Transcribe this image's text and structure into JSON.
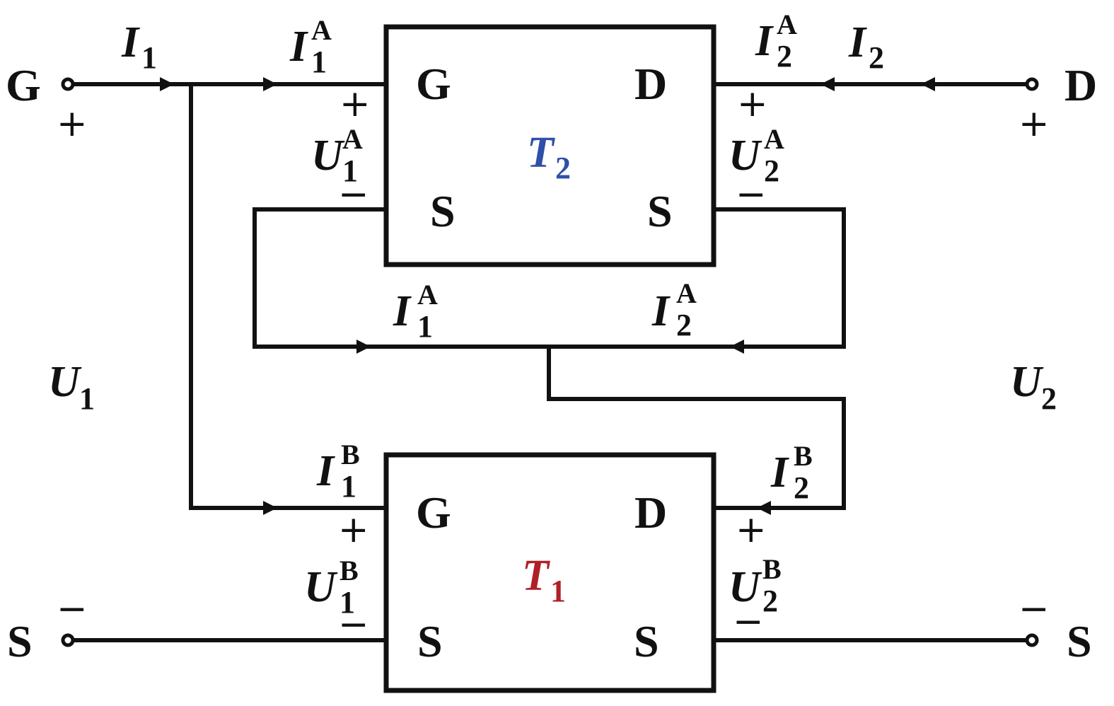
{
  "diagram": {
    "title": "Two-transistor cascode-like circuit with port voltages and currents",
    "colors": {
      "t2": "#2f4fa8",
      "t1": "#b02028",
      "line": "#111111"
    },
    "ports": {
      "left_top": "G",
      "right_top": "D",
      "left_bottom": "S",
      "right_bottom": "S"
    },
    "port_signs": {
      "left_top": "+",
      "right_top": "+",
      "left_bottom": "−",
      "right_bottom": "−"
    },
    "port_voltages": {
      "left": {
        "sym": "U",
        "sub": "1"
      },
      "right": {
        "sym": "U",
        "sub": "2"
      }
    },
    "port_currents": {
      "left": {
        "sym": "I",
        "sub": "1"
      },
      "right": {
        "sym": "I",
        "sub": "2"
      }
    },
    "transistors": [
      {
        "id": "T2",
        "label": {
          "sym": "T",
          "sub": "2"
        },
        "pins": {
          "gate": "G",
          "drain": "D",
          "source_left": "S",
          "source_right": "S"
        },
        "currents": {
          "input": {
            "sym": "I",
            "sub": "1",
            "sup": "A"
          },
          "output": {
            "sym": "I",
            "sub": "2",
            "sup": "A"
          }
        },
        "voltages": {
          "input": {
            "sym": "U",
            "sub": "1",
            "sup": "A",
            "plus": "+",
            "minus": "−"
          },
          "output": {
            "sym": "U",
            "sub": "2",
            "sup": "A",
            "plus": "+",
            "minus": "−"
          }
        },
        "return_currents": {
          "left": {
            "sym": "I",
            "sub": "1",
            "sup": "A"
          },
          "right": {
            "sym": "I",
            "sub": "2",
            "sup": "A"
          }
        }
      },
      {
        "id": "T1",
        "label": {
          "sym": "T",
          "sub": "1"
        },
        "pins": {
          "gate": "G",
          "drain": "D",
          "source_left": "S",
          "source_right": "S"
        },
        "currents": {
          "input": {
            "sym": "I",
            "sub": "1",
            "sup": "B"
          },
          "output": {
            "sym": "I",
            "sub": "2",
            "sup": "B"
          }
        },
        "voltages": {
          "input": {
            "sym": "U",
            "sub": "1",
            "sup": "B",
            "plus": "+",
            "minus": "−"
          },
          "output": {
            "sym": "U",
            "sub": "2",
            "sup": "B",
            "plus": "+",
            "minus": "−"
          }
        }
      }
    ]
  }
}
